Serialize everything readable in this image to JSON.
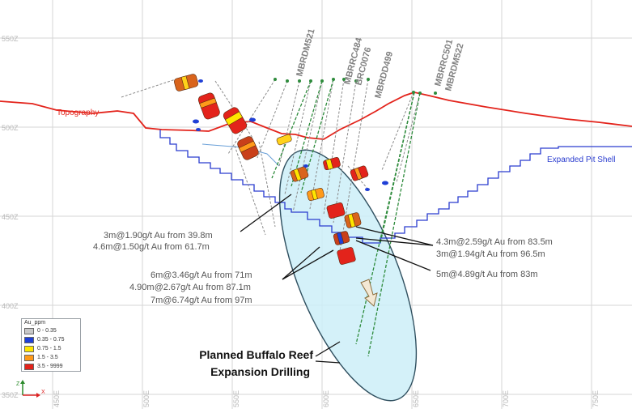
{
  "axes": {
    "y_ticks": [
      "550Z",
      "500Z",
      "450Z",
      "400Z",
      "350Z"
    ],
    "x_ticks": [
      "450E",
      "500E",
      "550E",
      "600E",
      "650E",
      "700E",
      "750E"
    ]
  },
  "labels": {
    "topography": "Topography",
    "pit_shell": "Expanded Pit Shell",
    "planned_line1": "Planned Buffalo Reef",
    "planned_line2": "Expansion Drilling"
  },
  "drillholes": [
    "MBRDM521",
    "MBRRC484",
    "BRC0076",
    "MBRDD499",
    "MBRRC501",
    "MBRDM522"
  ],
  "intercepts": {
    "left_group": [
      "3m@1.90g/t Au from 39.8m",
      "4.6m@1.50g/t Au from 61.7m"
    ],
    "mid_group": [
      "6m@3.46g/t Au from 71m",
      "4.90m@2.67g/t Au from 87.1m",
      "7m@6.74g/t Au from 97m"
    ],
    "right_group": [
      "4.3m@2.59g/t Au from 83.5m",
      "3m@1.94g/t Au from 96.5m"
    ],
    "right_single": "5m@4.89g/t Au from 83m"
  },
  "legend": {
    "title": "Au_ppm",
    "items": [
      {
        "label": "0 - 0.35",
        "color": "#c8c8c8"
      },
      {
        "label": "0.35 - 0.75",
        "color": "#1f3fd6"
      },
      {
        "label": "0.75 - 1.5",
        "color": "#ffe600"
      },
      {
        "label": "1.5 - 3.5",
        "color": "#ff9a1a"
      },
      {
        "label": "3.5 - 9999",
        "color": "#e3231b"
      }
    ]
  },
  "axis_icon": {
    "z": "Z",
    "x": "X"
  },
  "colors": {
    "topography": "#e3231b",
    "pit_shell": "#2a3ccf",
    "ellipse_fill": "#cdeef8",
    "planned_drill": "#2e8b3c",
    "grid": "#d6d6d6"
  }
}
